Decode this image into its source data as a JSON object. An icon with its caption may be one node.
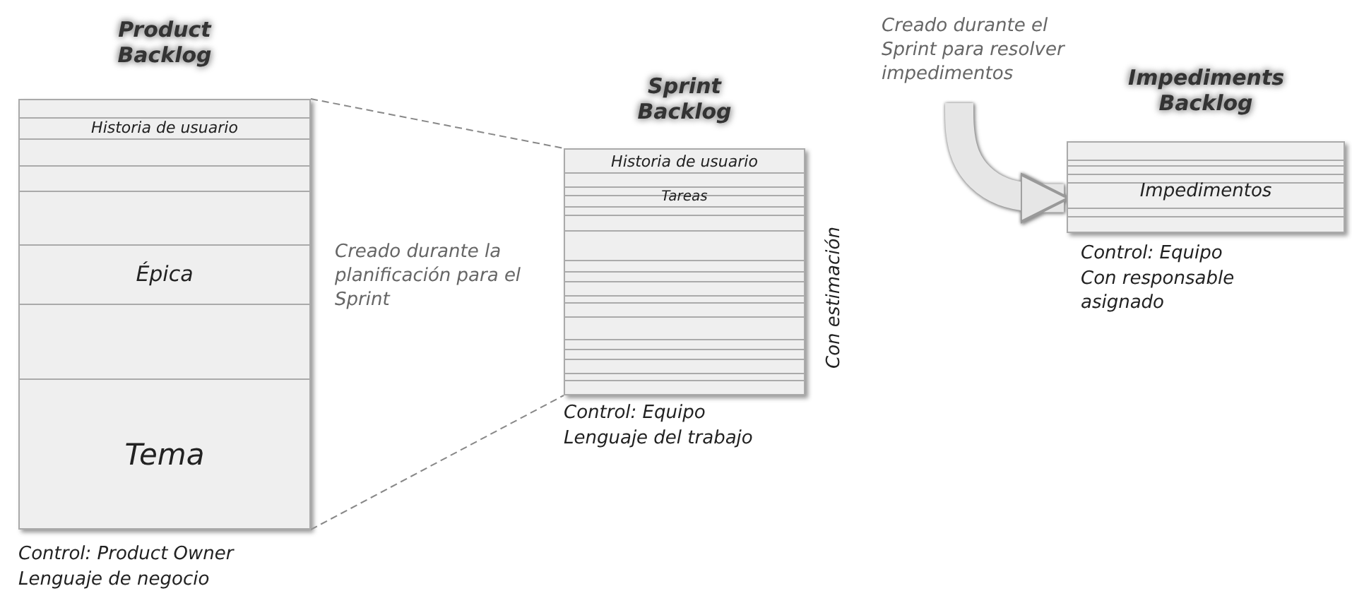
{
  "diagram": {
    "nodes": [
      {
        "text": [
          "Product Backlog"
        ],
        "beside": [
          "Control: Product Owner",
          "Lenguaje de negocio"
        ]
      },
      {
        "text": [
          "Historia de usuario"
        ],
        "in": 0
      },
      {
        "text": [
          "Épica"
        ],
        "in": 0
      },
      {
        "text": [
          "Tema"
        ],
        "in": 0
      },
      {
        "text": [
          "Sprint Backlog"
        ],
        "beside": [
          "Con estimación",
          "Control: Equipo",
          "Lenguaje del trabajo"
        ]
      },
      {
        "text": [
          "Historia de usuario"
        ],
        "in": 4
      },
      {
        "text": [
          "Tareas"
        ],
        "in": 4
      },
      {
        "text": [
          "Impediments Backlog"
        ],
        "beside": [
          "Control: Equipo",
          "Con responsable asignado"
        ]
      },
      {
        "text": [
          "Impedimentos"
        ],
        "in": 7
      },
      {
        "text": [
          "Creado durante el Sprint para resolver impedimentos"
        ]
      }
    ],
    "edges": [
      {
        "from": 0,
        "to": 4,
        "arrow": "none",
        "style": "dashed"
      },
      {
        "from": 0,
        "to": 4,
        "arrow": "none",
        "style": "dashed"
      },
      {
        "from": 9,
        "to": 7,
        "arrow": "to",
        "style": "thick",
        "color": "#e6e6e6"
      }
    ],
    "labels": [
      "Creado durante la planificación para el Sprint"
    ]
  }
}
